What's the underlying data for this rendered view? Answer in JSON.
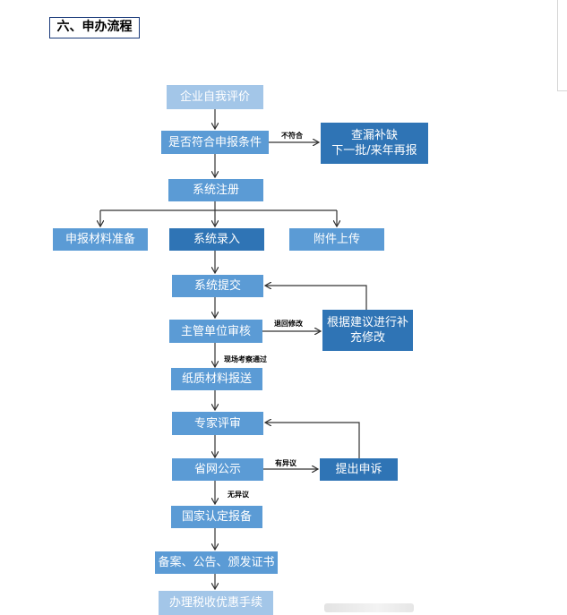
{
  "section_title": "六、申办流程",
  "nodes": {
    "n1": "企业自我评价",
    "n2": "是否符合申报条件",
    "n3": "查漏补缺\n下一批/来年再报",
    "n4": "系统注册",
    "n5": "申报材料准备",
    "n6": "系统录入",
    "n7": "附件上传",
    "n8": "系统提交",
    "n9": "主管单位审核",
    "n10": "根据建议进行补\n充修改",
    "n11": "纸质材料报送",
    "n12": "专家评审",
    "n13": "省网公示",
    "n14": "提出申诉",
    "n15": "国家认定报备",
    "n16": "备案、公告、颁发证书",
    "n17": "办理税收优惠手续"
  },
  "edge_labels": {
    "not_qualified": "不符合",
    "return_revise": "退回修改",
    "site_inspection_pass": "现场考察通过",
    "has_objection": "有异议",
    "no_objection": "无异议"
  }
}
